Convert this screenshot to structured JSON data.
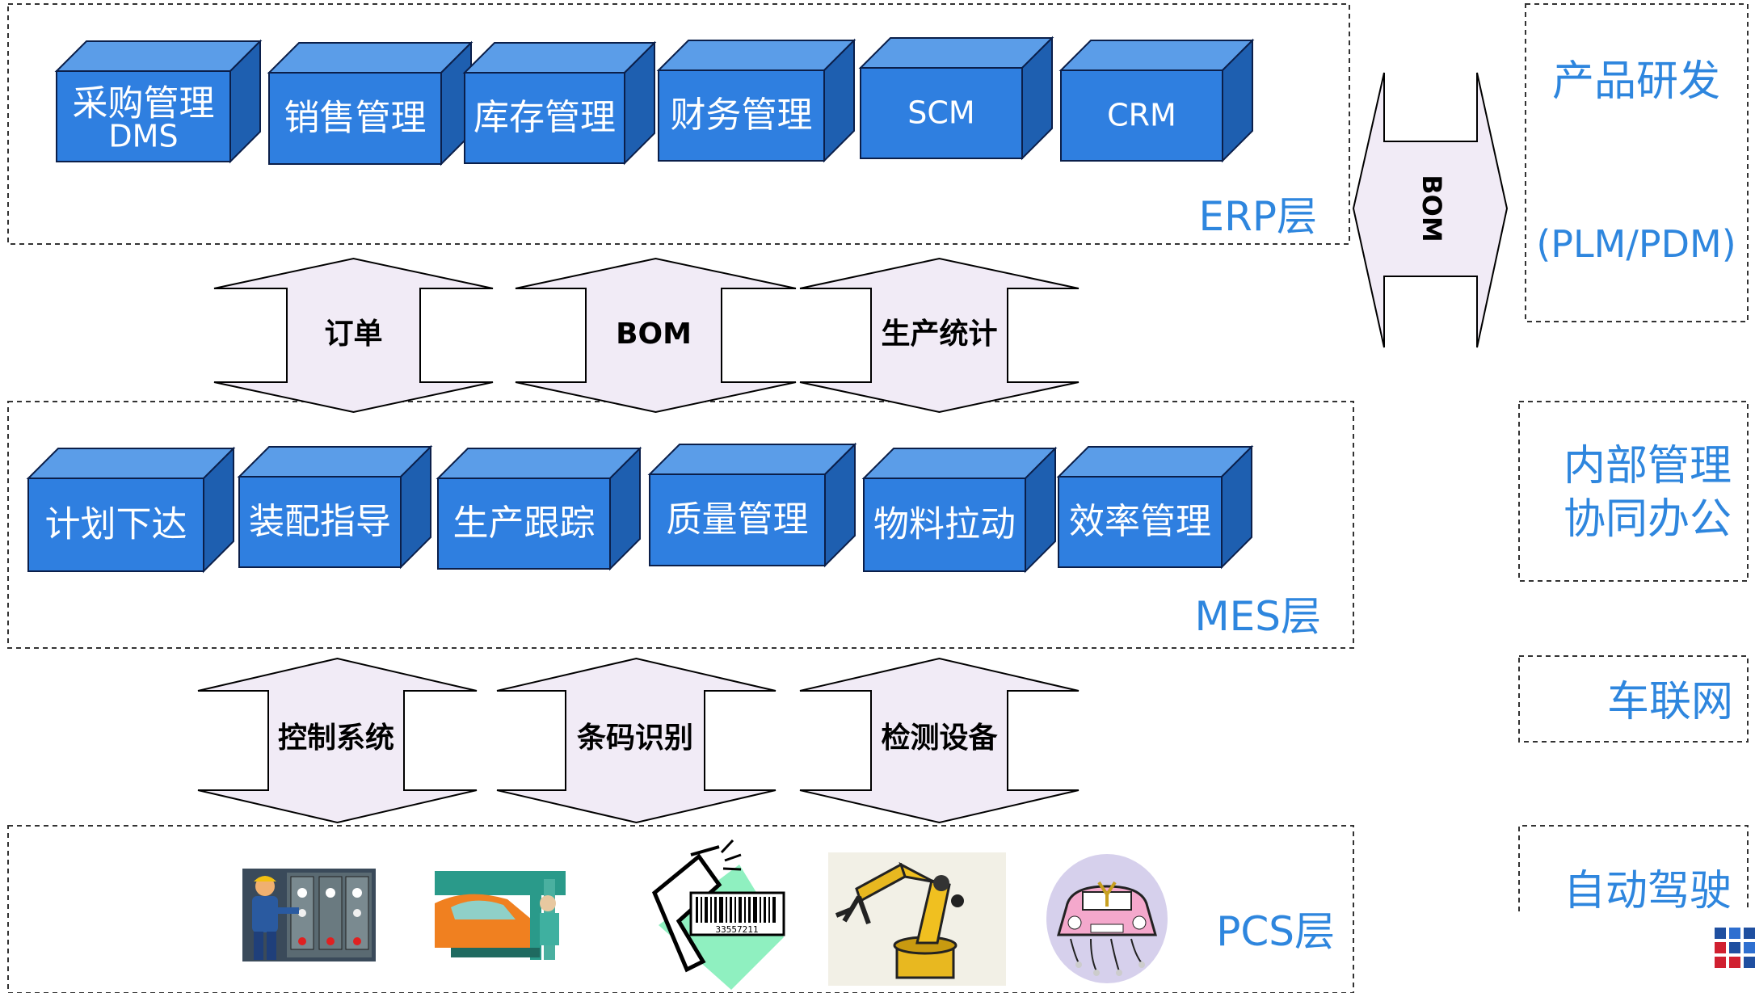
{
  "colors": {
    "box_front": "#2f7fe0",
    "box_top": "#5b9de8",
    "box_side": "#1e5fb0",
    "box_edge": "#0b1f4a",
    "arrow_fill": "#f1ebf6",
    "label_blue": "#2e86de",
    "frame": "#333333"
  },
  "erp": {
    "layer_label": "ERP层",
    "modules": [
      {
        "line1": "采购管理",
        "line2": "DMS"
      },
      {
        "line1": "销售管理"
      },
      {
        "line1": "库存管理"
      },
      {
        "line1": "财务管理"
      },
      {
        "line1": "SCM"
      },
      {
        "line1": "CRM"
      }
    ]
  },
  "erp_mes_links": [
    "订单",
    "BOM",
    "生产统计"
  ],
  "mes": {
    "layer_label": "MES层",
    "modules": [
      {
        "line1": "计划下达"
      },
      {
        "line1": "装配指导"
      },
      {
        "line1": "生产跟踪"
      },
      {
        "line1": "质量管理"
      },
      {
        "line1": "物料拉动"
      },
      {
        "line1": "效率管理"
      }
    ]
  },
  "mes_pcs_links": [
    "控制系统",
    "条码识别",
    "检测设备"
  ],
  "pcs": {
    "layer_label": "PCS层",
    "images": [
      {
        "icon": "operator-control-panel-icon",
        "barcode_text": ""
      },
      {
        "icon": "assembly-line-car-icon",
        "barcode_text": ""
      },
      {
        "icon": "barcode-scanner-icon",
        "barcode_text": "33557211"
      },
      {
        "icon": "robot-arm-icon",
        "barcode_text": ""
      },
      {
        "icon": "wedding-car-icon",
        "barcode_text": ""
      }
    ]
  },
  "side_link": {
    "label": "BOM"
  },
  "side_panels": {
    "plm": {
      "line1": "产品研发",
      "line2": "(PLM/PDM)"
    },
    "office": {
      "line1": "内部管理",
      "line2": "协同办公"
    },
    "iov": {
      "line1": "车联网"
    },
    "autonomous": {
      "line1": "自动驾驶"
    }
  }
}
